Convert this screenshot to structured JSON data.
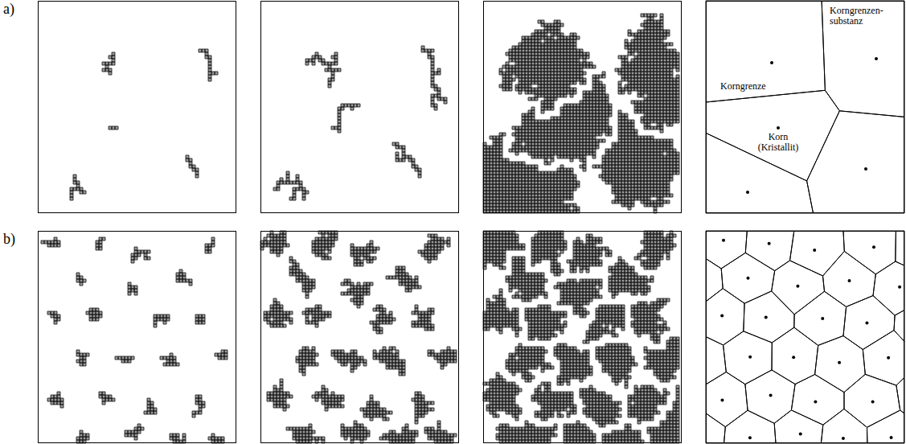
{
  "diagram": {
    "labels": [
      "a)",
      "b)",
      "Korngrenzen- substanz",
      "Korngrenze",
      "Korn (Kristallit)"
    ]
  }
}
